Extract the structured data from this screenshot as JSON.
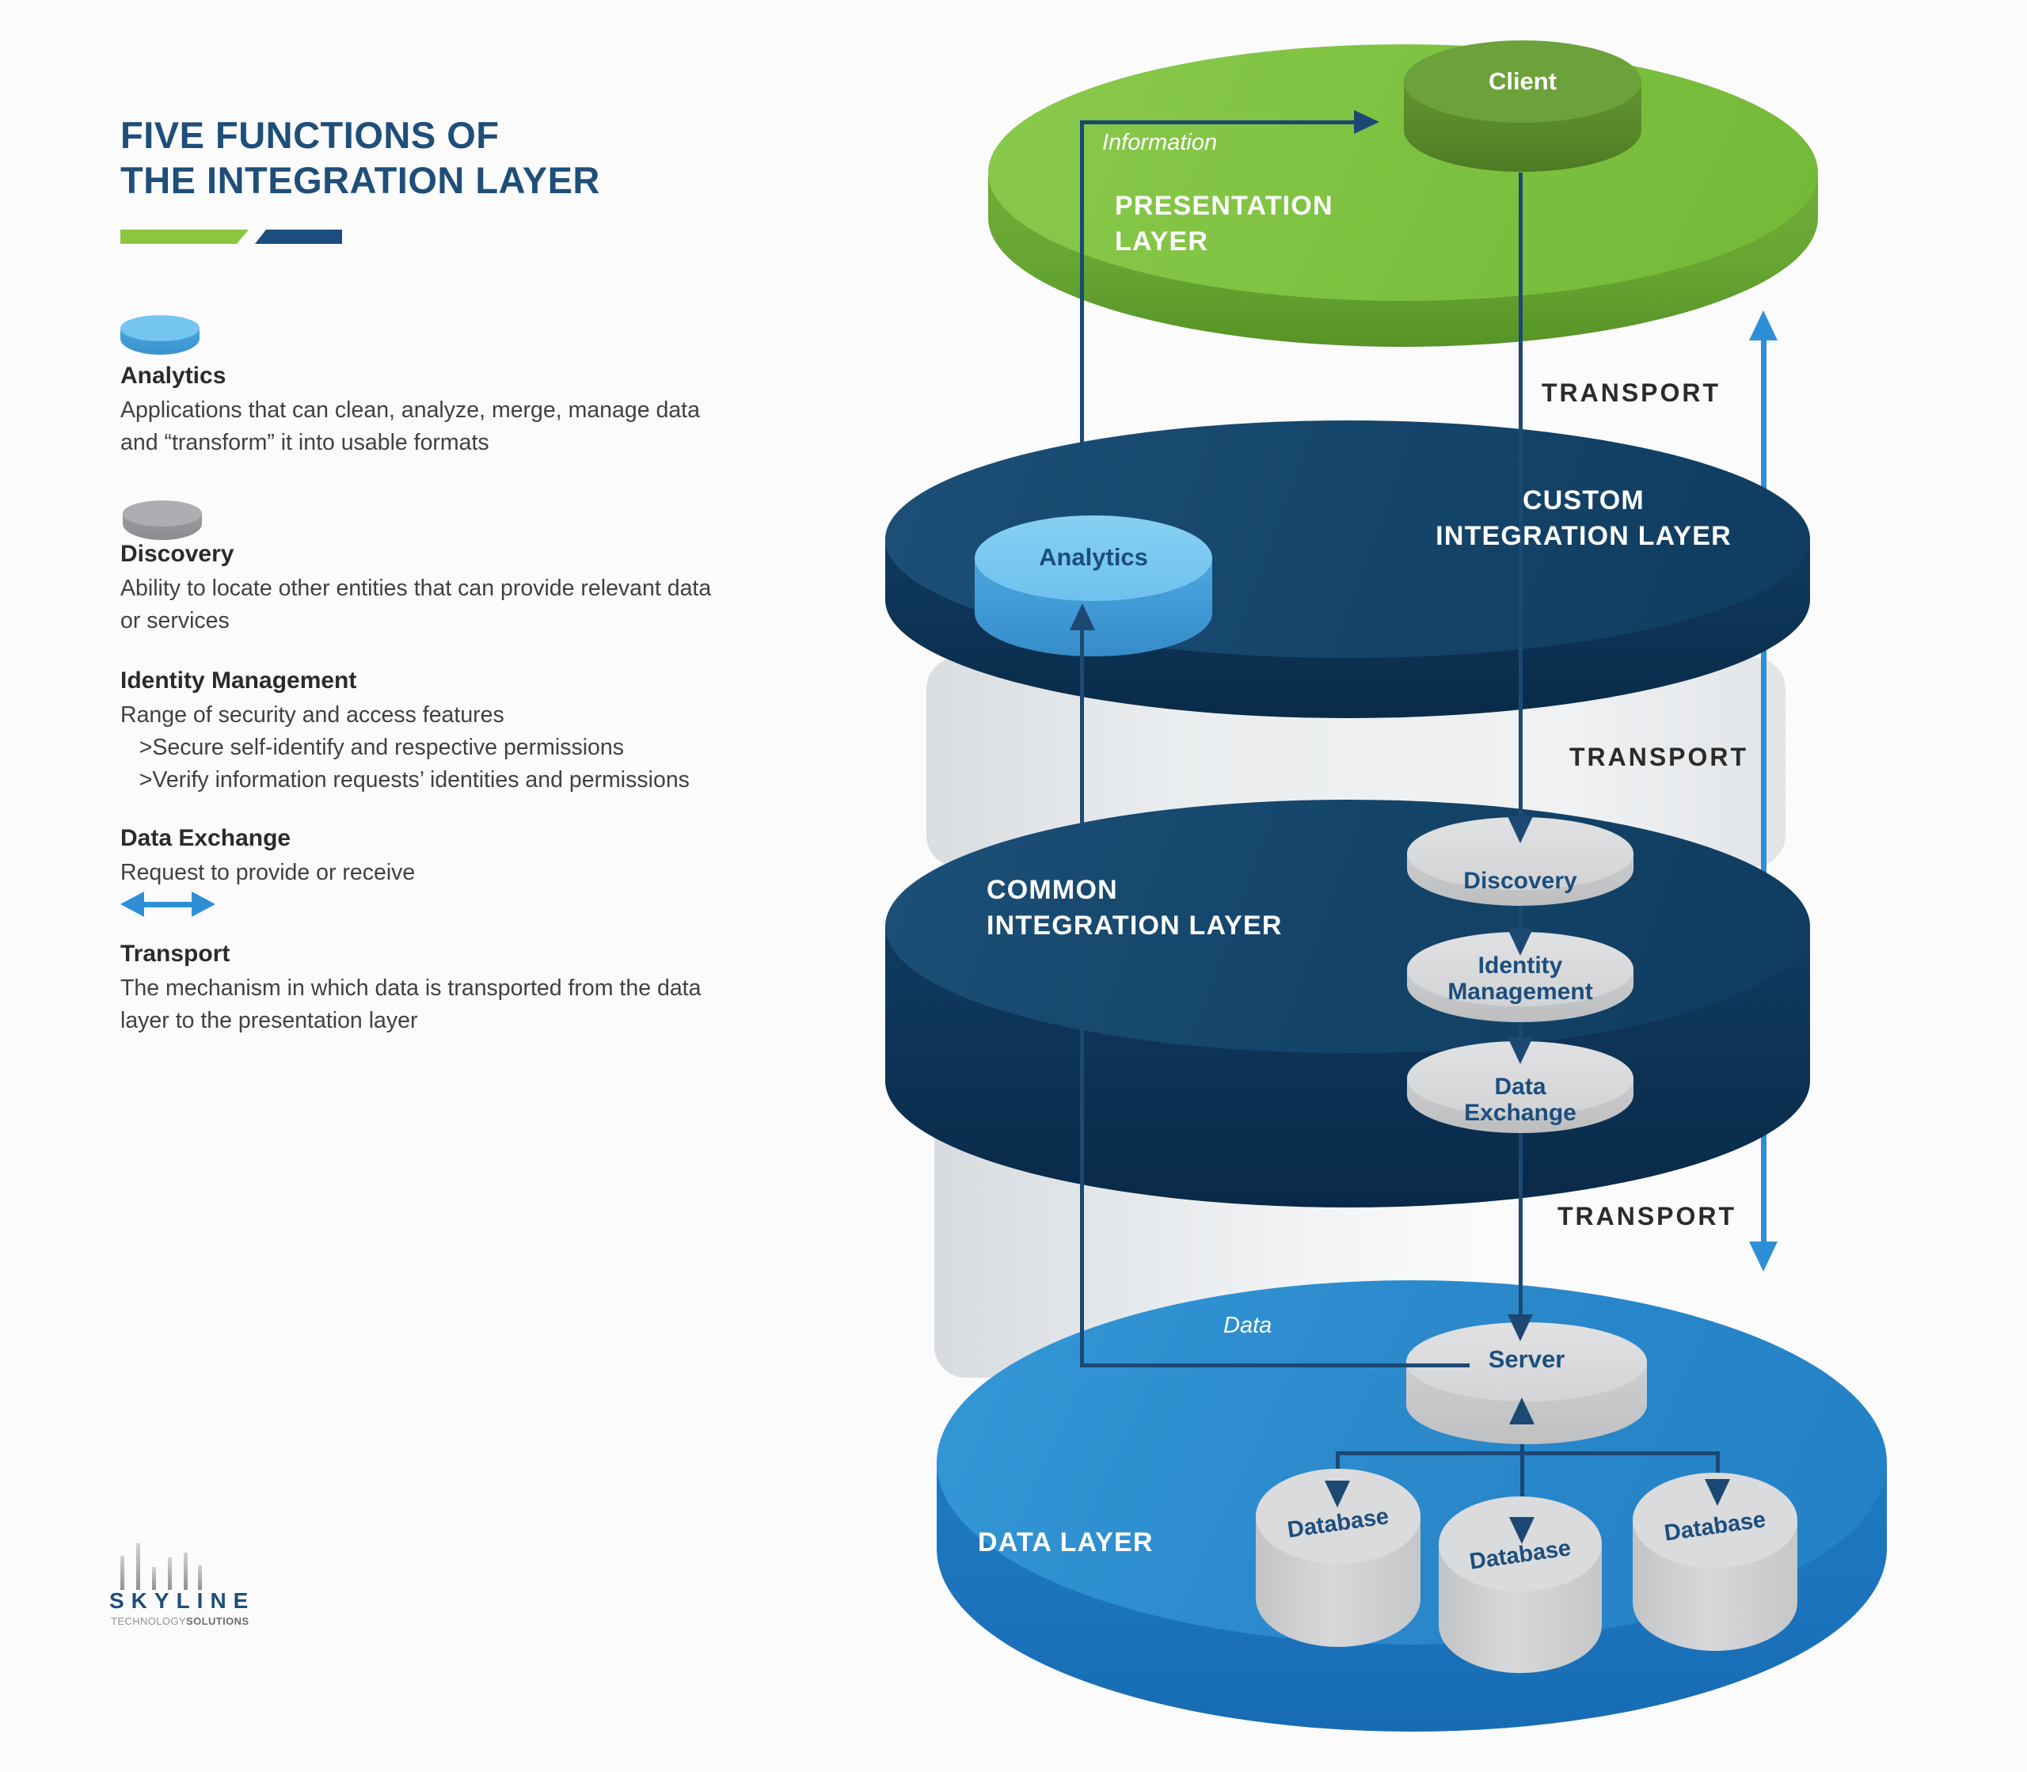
{
  "page": {
    "title": "FIVE FUNCTIONS OF\nTHE INTEGRATION LAYER"
  },
  "legend": {
    "analytics": {
      "heading": "Analytics",
      "lines": [
        "Applications that can clean, analyze, merge, manage data",
        "and “transform” it into usable formats"
      ]
    },
    "discovery": {
      "heading": "Discovery",
      "lines": [
        "Ability to locate other entities that can provide relevant data",
        "or services"
      ]
    },
    "identity": {
      "heading": "Identity Management",
      "lines": [
        "Range of security and access features",
        "   >Secure self-identify and respective permissions",
        "   >Verify information requests’ identities and permissions"
      ]
    },
    "data_exchange": {
      "heading": "Data Exchange",
      "lines": [
        "Request to provide or receive"
      ]
    },
    "transport": {
      "heading": "Transport",
      "lines": [
        "The mechanism in which data is transported from the data",
        "layer to the presentation layer"
      ]
    }
  },
  "diagram": {
    "presentation_layer_label": "PRESENTATION\nLAYER",
    "information_label": "Information",
    "client_label": "Client",
    "custom_layer_label": "CUSTOM\nINTEGRATION LAYER",
    "analytics_label": "Analytics",
    "common_layer_label": "COMMON\nINTEGRATION LAYER",
    "discovery_label": "Discovery",
    "identity_label": "Identity\nManagement",
    "data_exchange_label": "Data\nExchange",
    "data_layer_label": "DATA LAYER",
    "data_label": "Data",
    "server_label": "Server",
    "database_labels": [
      "Database",
      "Database",
      "Database"
    ],
    "transport_labels": [
      "TRANSPORT",
      "TRANSPORT",
      "TRANSPORT"
    ]
  },
  "logo": {
    "brand": "SKYLINE",
    "tagline_regular": "TECHNOLOGY",
    "tagline_bold": "SOLUTIONS"
  },
  "colors": {
    "green_top": "#81C443",
    "green_dark": "#5F9A2E",
    "navy_layer": "#14466B",
    "navy_line": "#1B4973",
    "data_blue": "#2A87CB",
    "transport_blue": "#2E8FD6",
    "analytics_blue": "#74C5EF",
    "gray_cylinder": "#D5D6D8",
    "title_navy": "#1E4E79",
    "brand_green": "#8CC63F",
    "brand_navy": "#1B4D7E"
  }
}
